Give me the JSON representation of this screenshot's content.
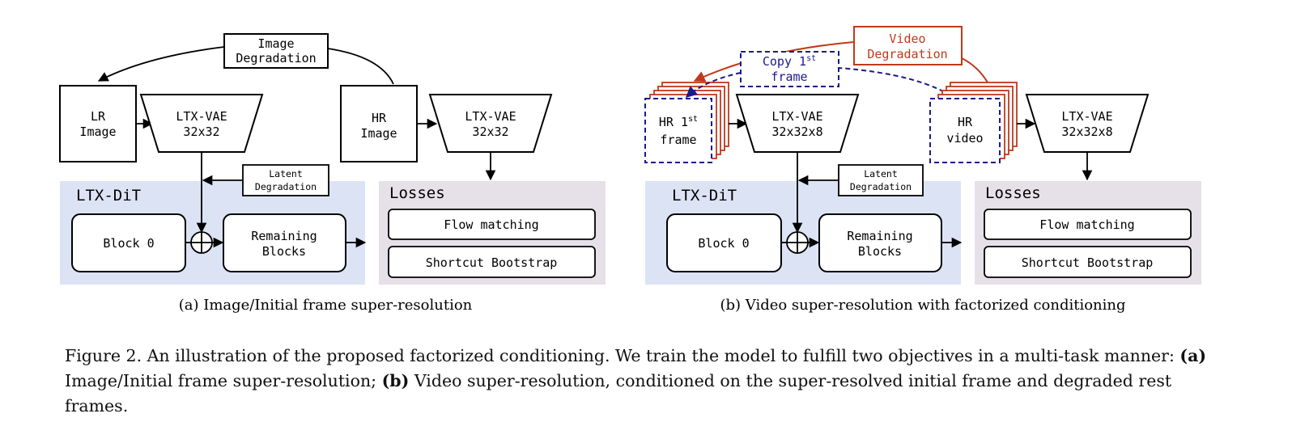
{
  "panel_a": {
    "image_degradation": [
      "Image",
      "Degradation"
    ],
    "lr_image": [
      "LR",
      "Image"
    ],
    "vae": [
      "LTX-VAE",
      "32x32"
    ],
    "hr_image": [
      "HR",
      "Image"
    ],
    "vae_right": [
      "LTX-VAE",
      "32x32"
    ],
    "latent_degradation": [
      "Latent",
      "Degradation"
    ],
    "dit_title": "LTX-DiT",
    "block0": "Block 0",
    "remaining": [
      "Remaining",
      "Blocks"
    ],
    "losses_title": "Losses",
    "loss1": "Flow matching",
    "loss2": "Shortcut Bootstrap",
    "subcaption": "(a) Image/Initial frame super-resolution"
  },
  "panel_b": {
    "video_degradation": [
      "Video",
      "Degradation"
    ],
    "copy_first": "Copy 1",
    "copy_sup": "st",
    "copy_frame": "frame",
    "hr_first": "HR 1",
    "hr_first_sup": "st",
    "hr_first_frame": "frame",
    "vae": [
      "LTX-VAE",
      "32x32x8"
    ],
    "hr_video": [
      "HR",
      "video"
    ],
    "vae_right": [
      "LTX-VAE",
      "32x32x8"
    ],
    "latent_degradation": [
      "Latent",
      "Degradation"
    ],
    "dit_title": "LTX-DiT",
    "block0": "Block 0",
    "remaining": [
      "Remaining",
      "Blocks"
    ],
    "losses_title": "Losses",
    "loss1": "Flow matching",
    "loss2": "Shortcut Bootstrap",
    "subcaption": "(b) Video super-resolution with factorized conditioning"
  },
  "caption": {
    "prefix": "Figure 2. An illustration of the proposed factorized conditioning. We train the model to fulfill two objectives in a multi-task manner: ",
    "a_label": "(a)",
    "a_text": " Image/Initial frame super-resolution; ",
    "b_label": "(b)",
    "b_text": " Video super-resolution, conditioned on the super-resolved initial frame and degraded rest frames."
  },
  "colors": {
    "dit_bg": "#dce3f4",
    "losses_bg": "#e6e0e8",
    "video_red": "#c0391b",
    "copy_blue": "#1a1a8c"
  }
}
